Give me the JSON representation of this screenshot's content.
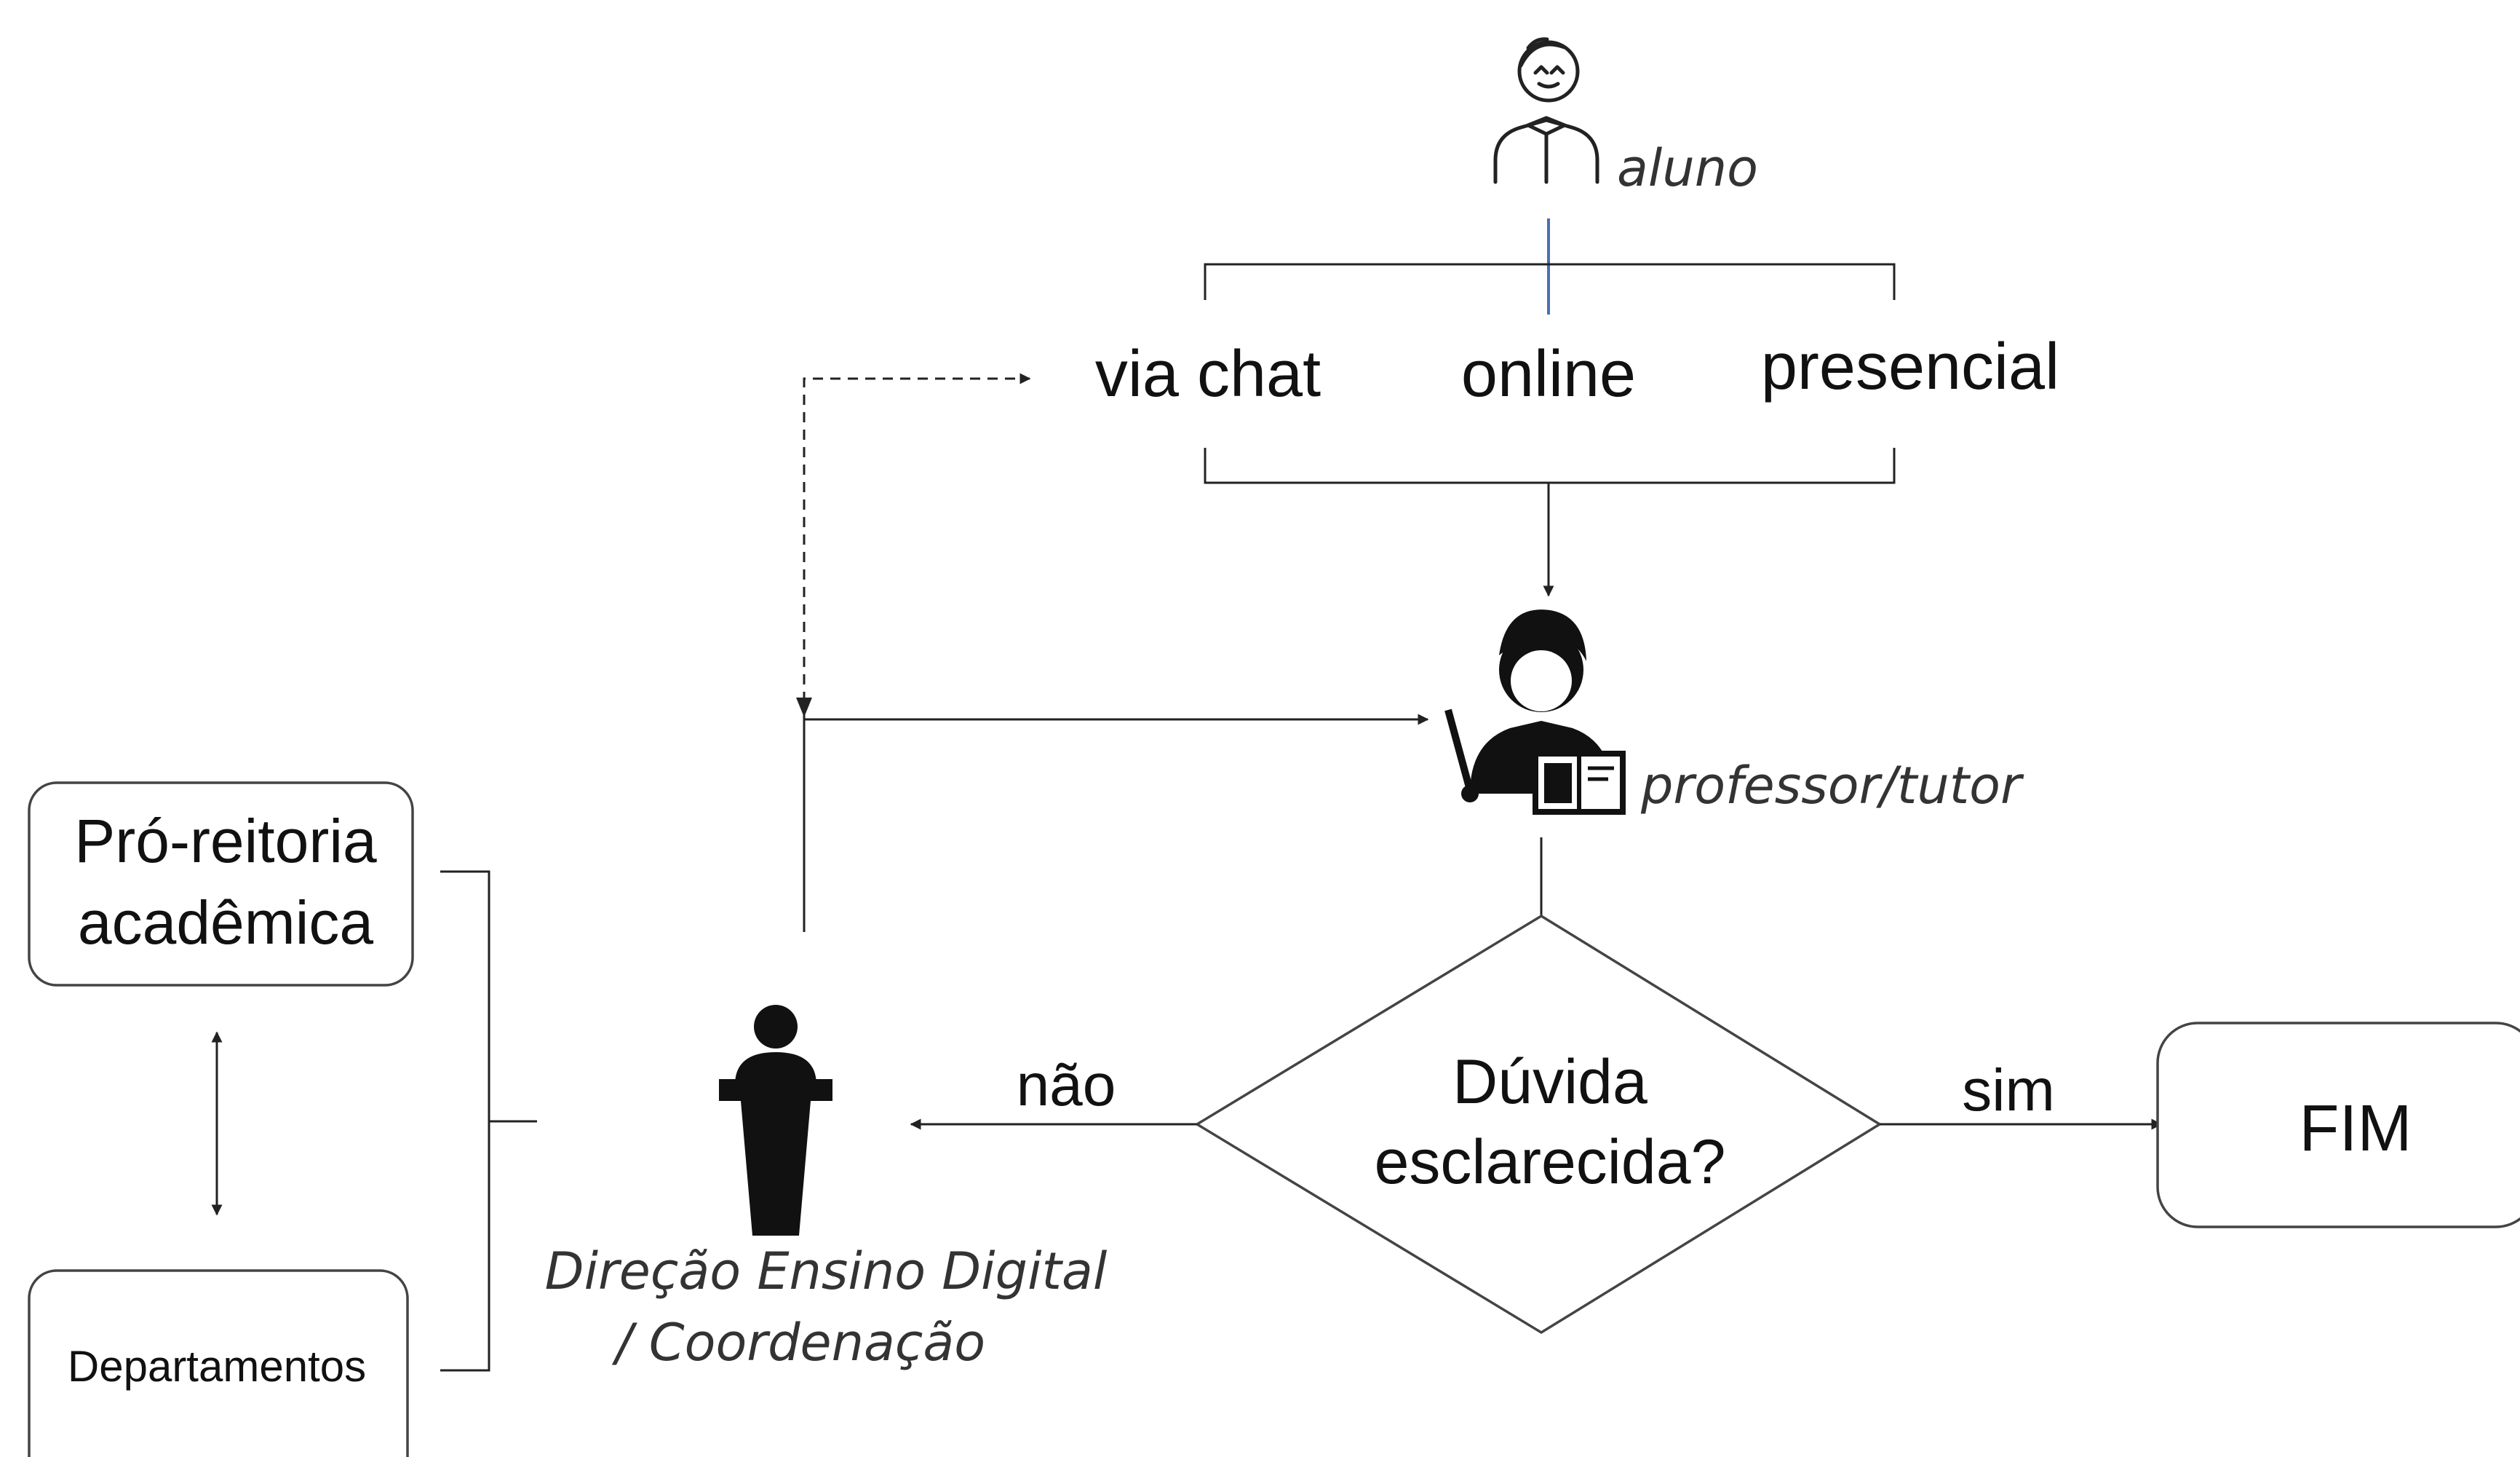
{
  "actors": {
    "student": "aluno",
    "teacher": "professor/tutor",
    "direction_line1": "Direção Ensino Digital",
    "direction_line2": "/ Coordenação"
  },
  "channels": [
    "via chat",
    "online",
    "presencial"
  ],
  "decision": {
    "line1": "Dúvida",
    "line2": "esclarecida?",
    "no": "não",
    "yes": "sim"
  },
  "end_label": "FIM",
  "org": {
    "pro_reitoria_line1": "Pró-reitoria",
    "pro_reitoria_line2": "acadêmica",
    "departamentos": "Departamentos"
  },
  "colors": {
    "connector": "#222222",
    "student_connector": "#4a6fb5",
    "icon_fill": "#111111"
  }
}
